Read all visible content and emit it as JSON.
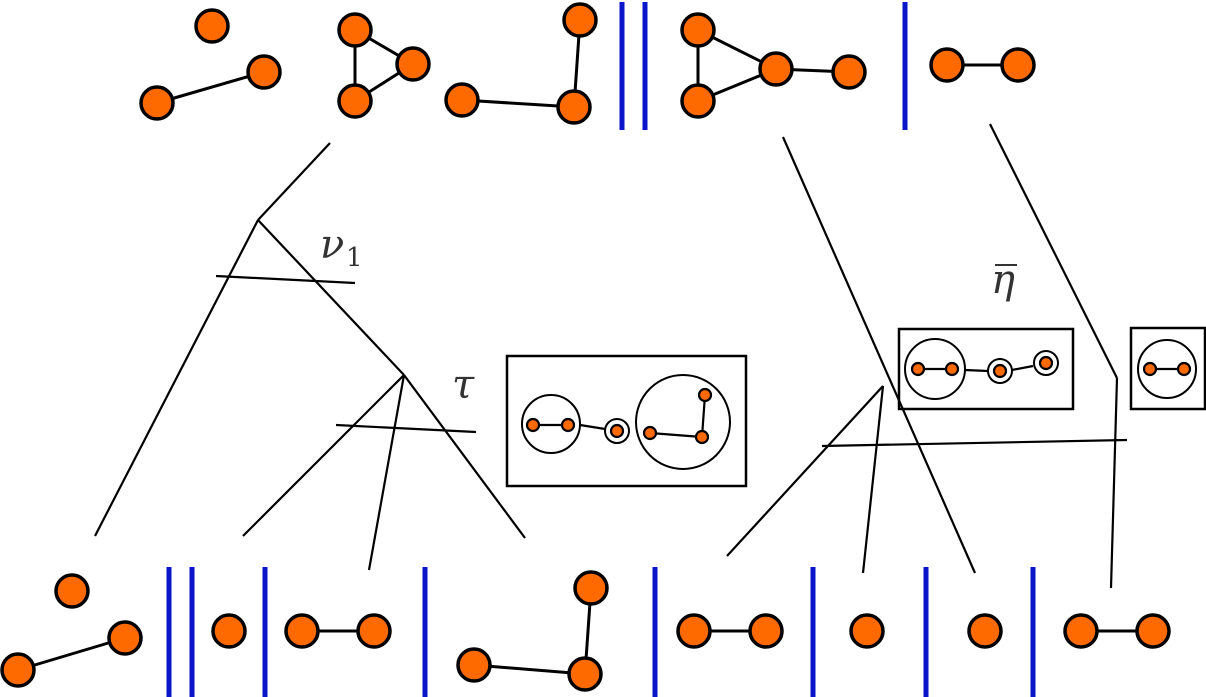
{
  "labels": {
    "nu": "ν",
    "nu_sub": "1",
    "tau": "τ",
    "eta": "η"
  },
  "colors": {
    "node_fill": "#ff6a00",
    "separator": "#0a14c8",
    "line": "#000000"
  }
}
